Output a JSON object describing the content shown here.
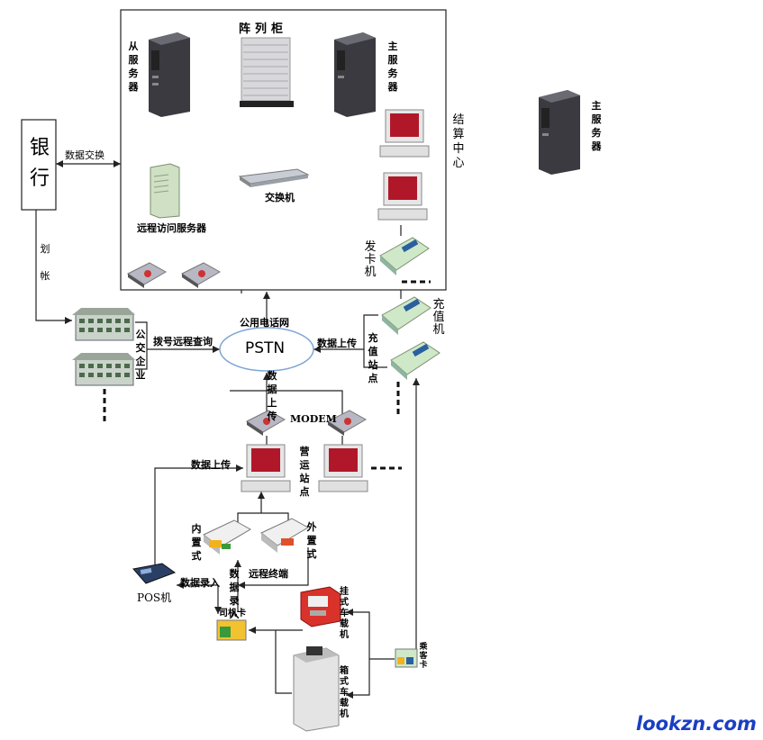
{
  "labels": {
    "slave_server": "从服务器",
    "array_cabinet": "阵列柜",
    "main_server_1": "主服务器",
    "main_server_2": "主服务器",
    "settlement_center": "结算中心",
    "bank": "银行",
    "data_exchange": "数据交换",
    "transfer": "划帐",
    "remote_access_server": "远程访问服务器",
    "switch": "交换机",
    "card_issuer": "发卡机",
    "public_phone_network": "公用电话网",
    "pstn": "PSTN",
    "dial_remote_query": "拨号远程查询",
    "bus_company": "公交企业",
    "data_upload_right": "数据上传",
    "recharge_machine": "充值机",
    "recharge_station": "充值站点",
    "data_upload_center": "数据上传",
    "modem": "MODEM",
    "data_upload_left": "数据上传",
    "operating_station": "营运站点",
    "internal": "内置式",
    "external": "外置式",
    "remote_terminal": "远程终端",
    "data_entry_1": "数据录入",
    "data_entry_2": "数据录入",
    "pos": "POS机",
    "driver_card": "司机卡",
    "hanging_vehicle": "挂式车载机",
    "box_vehicle": "箱式车载机",
    "passenger_card": "乘客卡",
    "watermark": "lookzn.com"
  },
  "colors": {
    "wire": "#222222",
    "watermark": "#1a3fc4",
    "tower": "#2b2b30",
    "monitor_screen": "#b0182a",
    "modem_body": "#b8b8c4",
    "building": "#c9d3c9",
    "reader": "#cfe8c8"
  },
  "icons": [
    "server-tower-icon",
    "array-cabinet-icon",
    "computer-icon",
    "modem-icon",
    "switch-icon",
    "card-reader-icon",
    "building-icon",
    "pos-terminal-icon",
    "card-icon",
    "vehicle-terminal-icon"
  ]
}
